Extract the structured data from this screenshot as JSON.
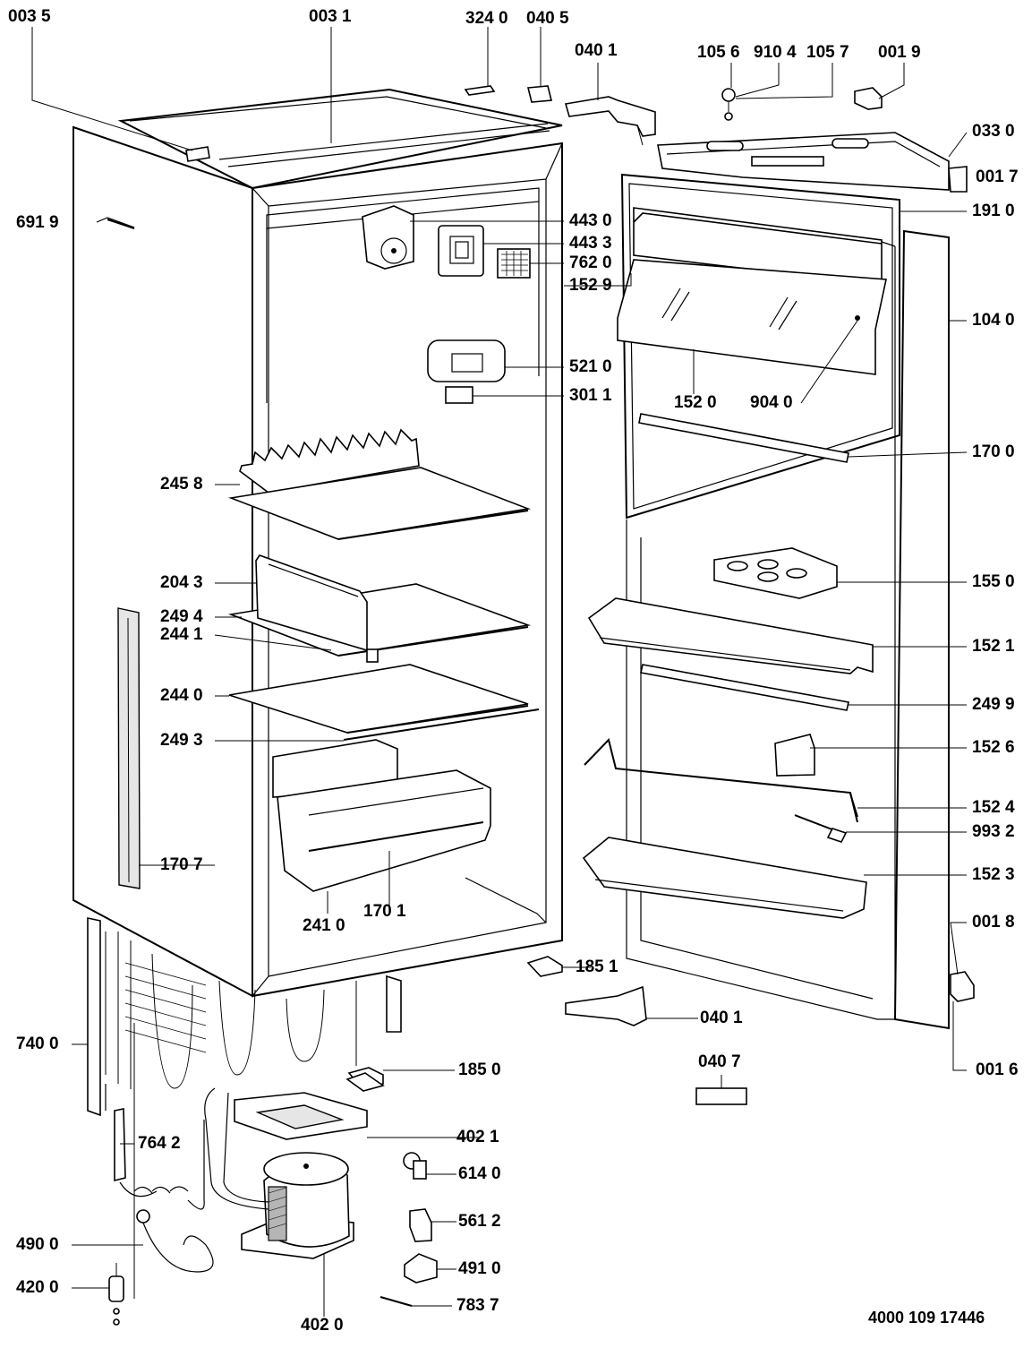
{
  "diagram": {
    "reference_number": "4000 109 17446",
    "parts": [
      {
        "key": "p0035",
        "code": "003 5"
      },
      {
        "key": "p0031",
        "code": "003 1"
      },
      {
        "key": "p3240",
        "code": "324 0"
      },
      {
        "key": "p0405",
        "code": "040 5"
      },
      {
        "key": "p0401a",
        "code": "040 1"
      },
      {
        "key": "p1056",
        "code": "105 6"
      },
      {
        "key": "p9104",
        "code": "910 4"
      },
      {
        "key": "p1057",
        "code": "105 7"
      },
      {
        "key": "p0019",
        "code": "001 9"
      },
      {
        "key": "p0330",
        "code": "033 0"
      },
      {
        "key": "p0017",
        "code": "001 7"
      },
      {
        "key": "p6919",
        "code": "691 9"
      },
      {
        "key": "p4430",
        "code": "443 0"
      },
      {
        "key": "p4433",
        "code": "443 3"
      },
      {
        "key": "p7620",
        "code": "762 0"
      },
      {
        "key": "p1529",
        "code": "152 9"
      },
      {
        "key": "p1910",
        "code": "191 0"
      },
      {
        "key": "p1040",
        "code": "104 0"
      },
      {
        "key": "p5210",
        "code": "521 0"
      },
      {
        "key": "p3011",
        "code": "301 1"
      },
      {
        "key": "p1520",
        "code": "152 0"
      },
      {
        "key": "p9040",
        "code": "904 0"
      },
      {
        "key": "p1700",
        "code": "170 0"
      },
      {
        "key": "p2458",
        "code": "245 8"
      },
      {
        "key": "p2043",
        "code": "204 3"
      },
      {
        "key": "p2494",
        "code": "249 4"
      },
      {
        "key": "p2441",
        "code": "244 1"
      },
      {
        "key": "p1550",
        "code": "155 0"
      },
      {
        "key": "p1521",
        "code": "152 1"
      },
      {
        "key": "p2440",
        "code": "244 0"
      },
      {
        "key": "p2499",
        "code": "249 9"
      },
      {
        "key": "p2493",
        "code": "249 3"
      },
      {
        "key": "p1526",
        "code": "152 6"
      },
      {
        "key": "p1524",
        "code": "152 4"
      },
      {
        "key": "p9932",
        "code": "993 2"
      },
      {
        "key": "p1707",
        "code": "170 7"
      },
      {
        "key": "p2410",
        "code": "241 0"
      },
      {
        "key": "p1701",
        "code": "170 1"
      },
      {
        "key": "p1523",
        "code": "152 3"
      },
      {
        "key": "p0018",
        "code": "001 8"
      },
      {
        "key": "p1851",
        "code": "185 1"
      },
      {
        "key": "p0401b",
        "code": "040 1"
      },
      {
        "key": "p7400",
        "code": "740 0"
      },
      {
        "key": "p1850",
        "code": "185 0"
      },
      {
        "key": "p0407",
        "code": "040 7"
      },
      {
        "key": "p0016",
        "code": "001 6"
      },
      {
        "key": "p4021",
        "code": "402 1"
      },
      {
        "key": "p7642",
        "code": "764 2"
      },
      {
        "key": "p6140",
        "code": "614 0"
      },
      {
        "key": "p5612",
        "code": "561 2"
      },
      {
        "key": "p4900",
        "code": "490 0"
      },
      {
        "key": "p4910",
        "code": "491 0"
      },
      {
        "key": "p4200",
        "code": "420 0"
      },
      {
        "key": "p7837",
        "code": "783 7"
      },
      {
        "key": "p4020",
        "code": "402 0"
      }
    ]
  }
}
